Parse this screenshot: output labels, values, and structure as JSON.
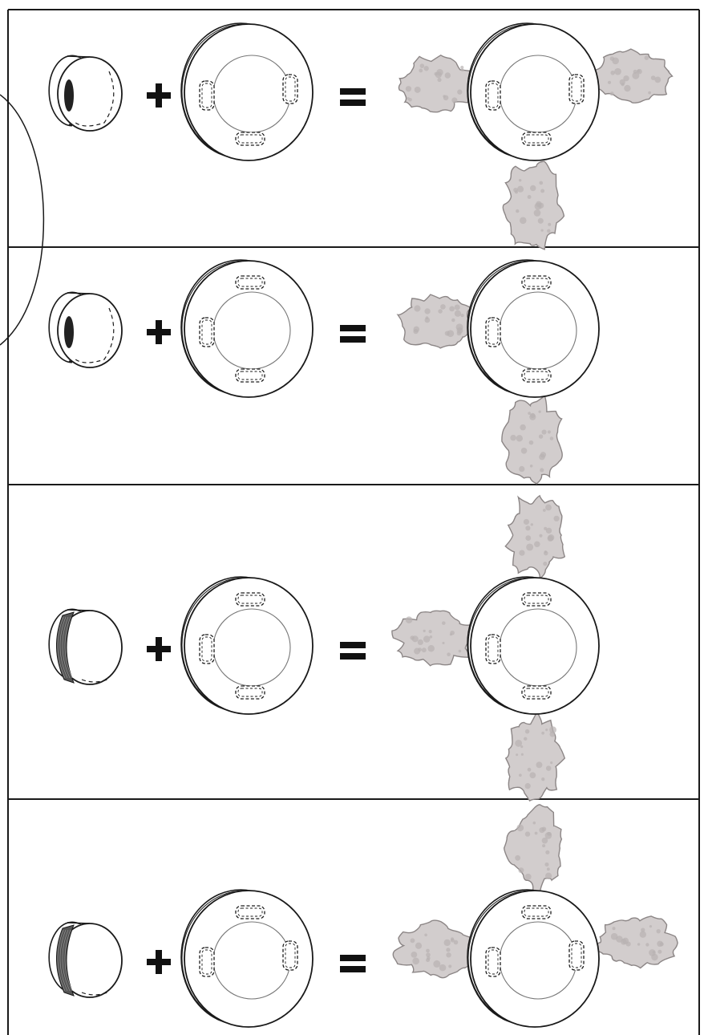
{
  "figure": {
    "rows": [
      {
        "cylinder_style": "side-patch",
        "ring_pocket_positions": [
          "left",
          "right",
          "bottom"
        ],
        "protein_attachments": [
          "left",
          "right",
          "bottom"
        ]
      },
      {
        "cylinder_style": "side-patch",
        "ring_pocket_positions": [
          "top",
          "left",
          "bottom"
        ],
        "protein_attachments": [
          "left",
          "bottom"
        ]
      },
      {
        "cylinder_style": "band",
        "ring_pocket_positions": [
          "top",
          "left",
          "bottom"
        ],
        "protein_attachments": [
          "top",
          "left",
          "bottom"
        ]
      },
      {
        "cylinder_style": "band",
        "ring_pocket_positions": [
          "top",
          "left",
          "right"
        ],
        "protein_attachments": [
          "top",
          "left",
          "right"
        ]
      }
    ],
    "operators": {
      "plus": "+",
      "equals": "="
    },
    "colors": {
      "line": "#1a1a1a",
      "protein_fill": "#d2cdcd",
      "protein_stroke": "#8c8686",
      "band": "#555555"
    }
  }
}
